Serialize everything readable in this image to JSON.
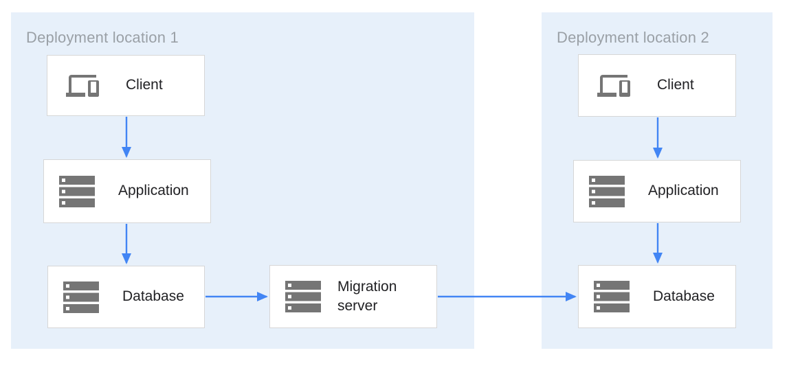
{
  "panel1": {
    "title": "Deployment location 1"
  },
  "panel2": {
    "title": "Deployment location 2"
  },
  "nodes": {
    "client1": {
      "label": "Client",
      "icon": "devices-icon"
    },
    "app1": {
      "label": "Application",
      "icon": "storage-icon"
    },
    "db1": {
      "label": "Database",
      "icon": "storage-icon"
    },
    "migration": {
      "label": "Migration server",
      "icon": "storage-icon"
    },
    "client2": {
      "label": "Client",
      "icon": "devices-icon"
    },
    "app2": {
      "label": "Application",
      "icon": "storage-icon"
    },
    "db2": {
      "label": "Database",
      "icon": "storage-icon"
    }
  },
  "arrows": [
    {
      "from": "client1",
      "to": "app1"
    },
    {
      "from": "app1",
      "to": "db1"
    },
    {
      "from": "db1",
      "to": "migration"
    },
    {
      "from": "migration",
      "to": "db2"
    },
    {
      "from": "client2",
      "to": "app2"
    },
    {
      "from": "app2",
      "to": "db2"
    }
  ],
  "colors": {
    "panel_background": "#e7f0fa",
    "node_background": "#ffffff",
    "node_border": "#d6d6d6",
    "arrow": "#4285f4",
    "icon": "#757575",
    "label_text": "#212124",
    "title_text": "#9aa0a6"
  }
}
